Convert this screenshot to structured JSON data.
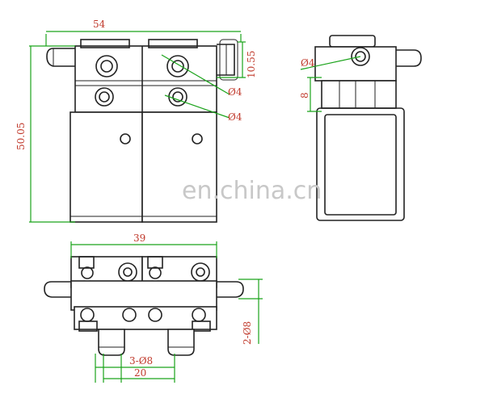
{
  "colors": {
    "dimension_line": "#1aa31a",
    "dimension_text": "#c0392b",
    "outline": "#222222",
    "watermark": "#c8c8c8"
  },
  "watermark": "en.china.cn",
  "front_view": {
    "width_label": "54",
    "height_label": "50.05",
    "right_height_label": "10.55",
    "port_label_1": "Ø4",
    "port_label_2": "Ø4"
  },
  "side_view": {
    "port_label": "Ø4",
    "offset_label": "8"
  },
  "bottom_view": {
    "width_label": "39",
    "right_ports_label": "2-Ø8",
    "bottom_ports_label": "3-Ø8",
    "spacing_label": "20"
  }
}
